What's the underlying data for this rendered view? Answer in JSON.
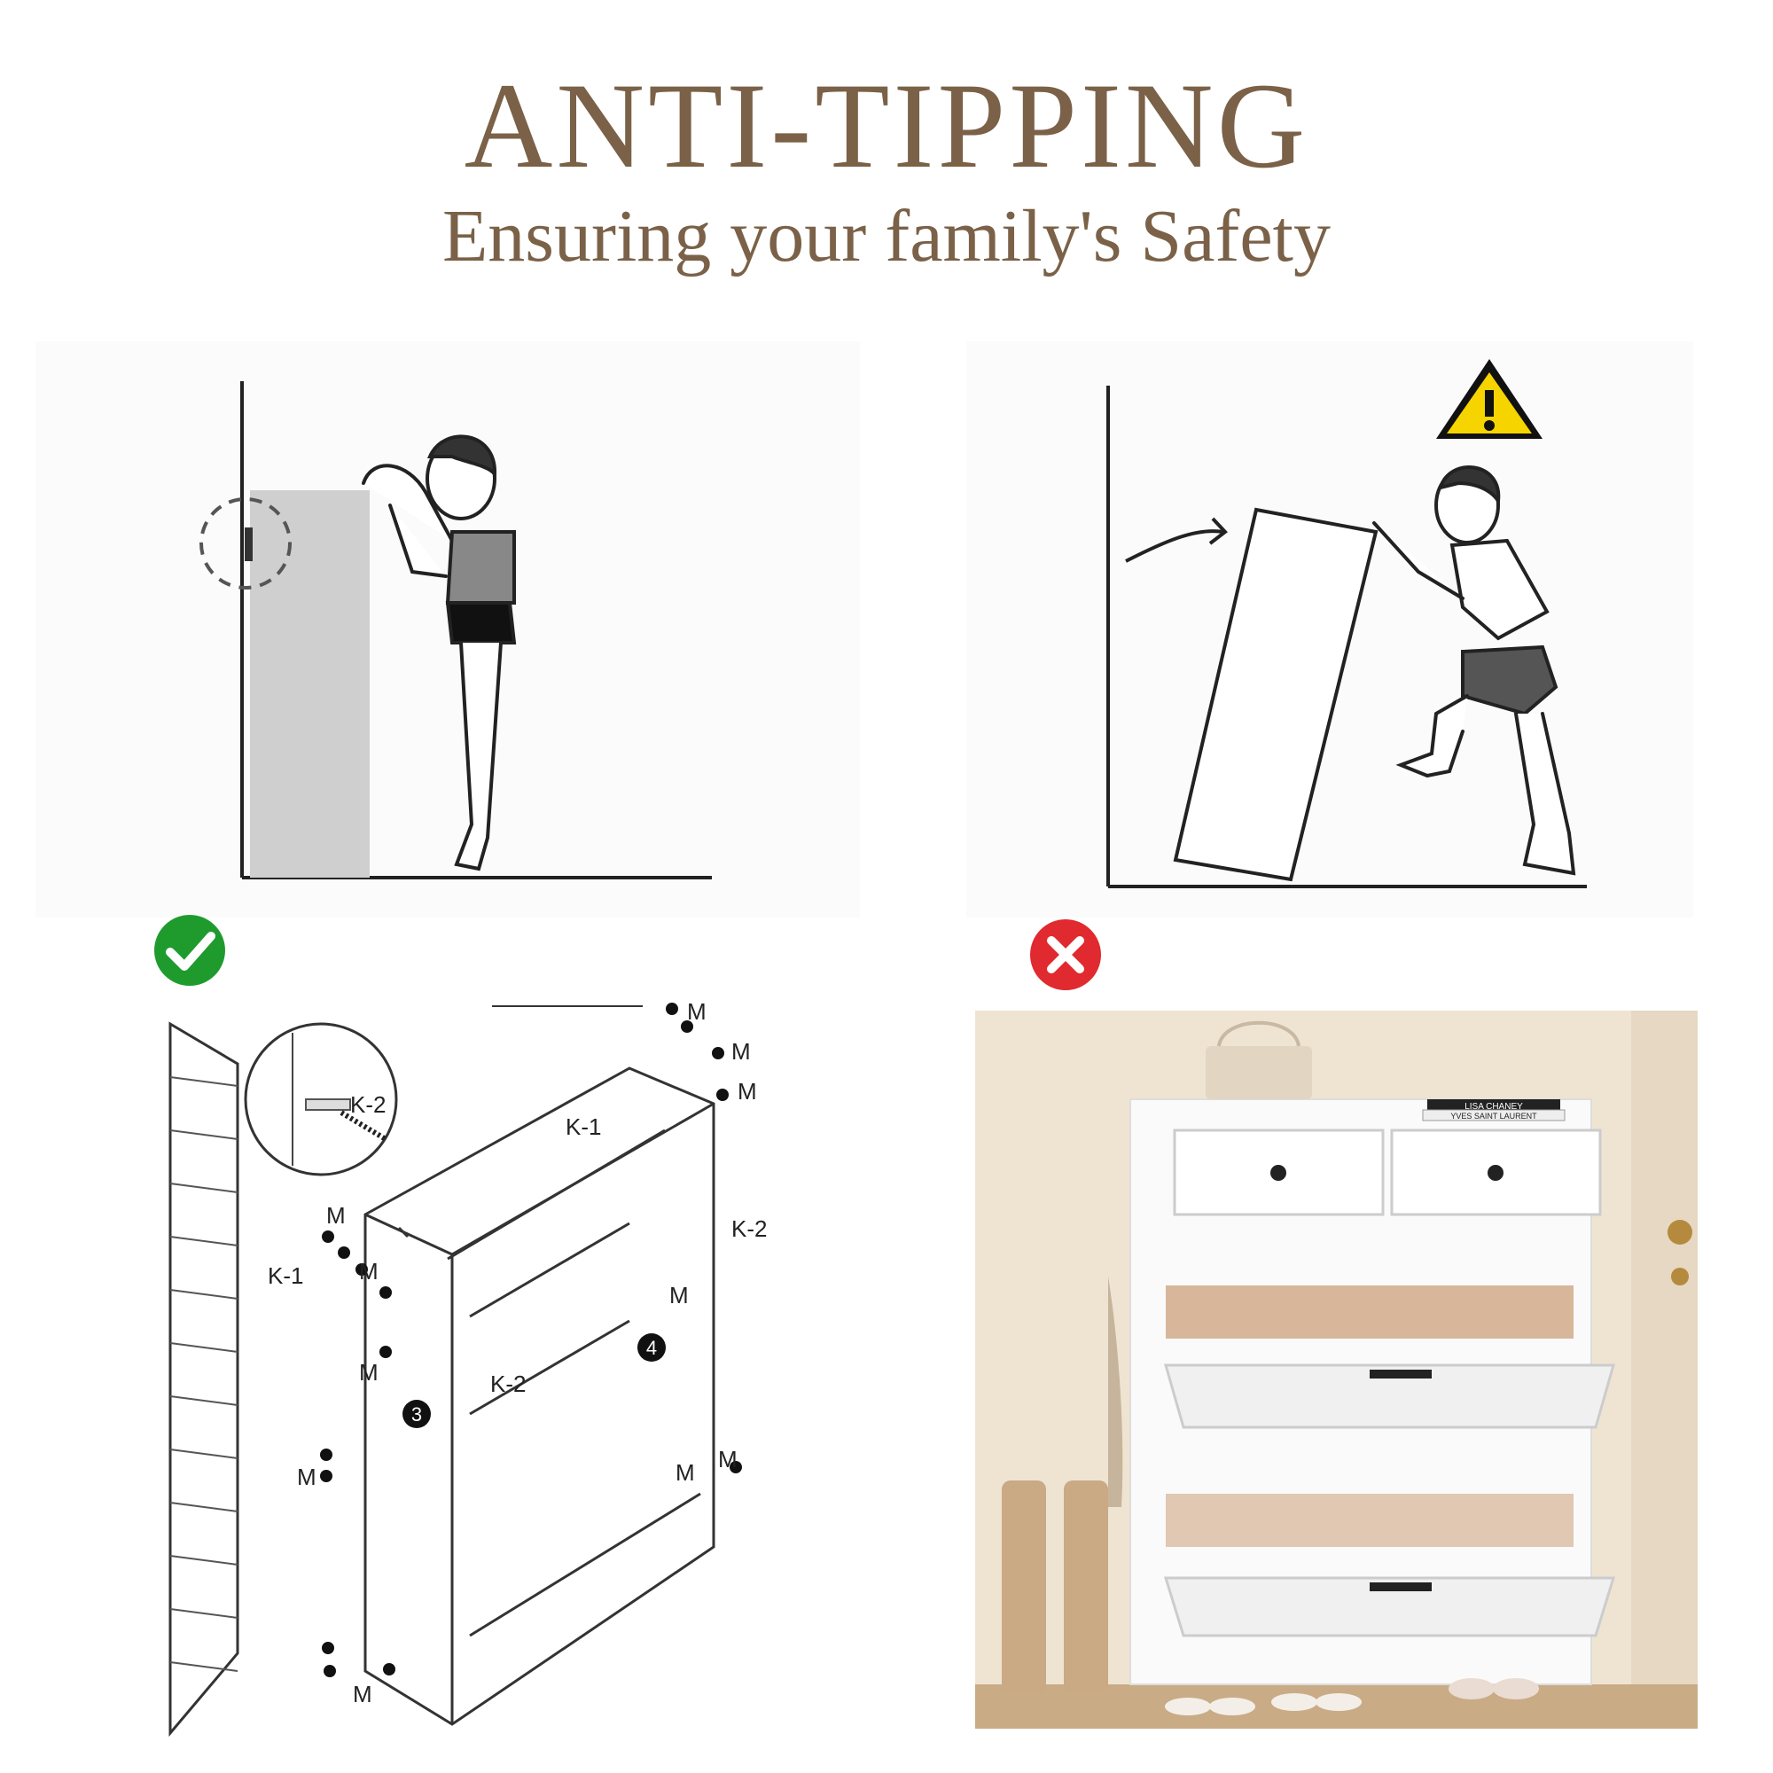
{
  "header": {
    "title": "ANTI-TIPPING",
    "subtitle": "Ensuring your family's Safety"
  },
  "status_icons": {
    "correct": "green-check-icon",
    "wrong": "red-x-icon",
    "warning": "warning-triangle-icon"
  },
  "diagram": {
    "labels": {
      "m": "M",
      "k1": "K-1",
      "k2": "K-2",
      "step3": "3",
      "step4": "4"
    }
  },
  "product_photo": {
    "book_title_1": "LISA CHANEY",
    "book_title_2": "YVES SAINT LAURENT"
  },
  "colors": {
    "title_brown": "#7a6147",
    "check_green": "#1f9b2e",
    "cross_red": "#e02a2f",
    "warning_yellow": "#f5d400"
  }
}
